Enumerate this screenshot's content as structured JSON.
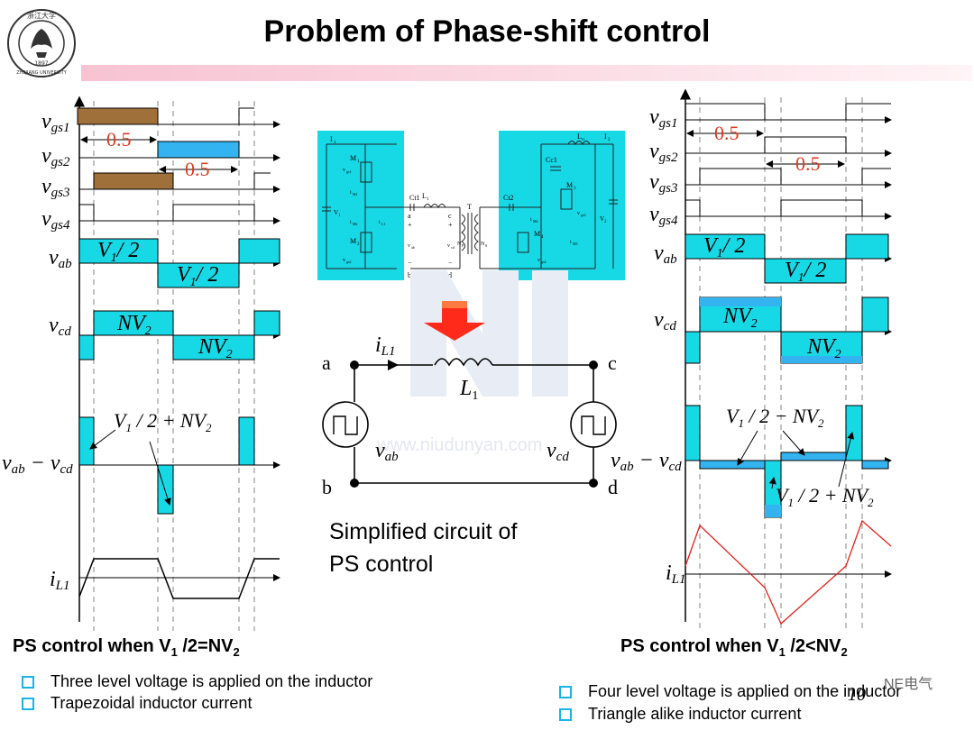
{
  "header": {
    "title": "Problem of Phase-shift control",
    "logo_text": "浙江大学 1897 ZHEJIANG UNIVERSITY"
  },
  "left_panel": {
    "caption": {
      "prefix": "PS control when V",
      "sub1": "1",
      "middle": " /2=NV",
      "sub2": "2"
    },
    "bullets": [
      "Three level voltage is applied on the inductor",
      "Trapezoidal inductor current"
    ]
  },
  "right_panel": {
    "caption": {
      "prefix": "PS control when V",
      "sub1": "1",
      "middle": " /2<NV",
      "sub2": "2"
    },
    "bullets": [
      "Four level voltage is applied on the inductor",
      "Triangle alike inductor current"
    ]
  },
  "center": {
    "caption_line1": "Simplified circuit of",
    "caption_line2": "PS control"
  },
  "labels": {
    "phase": "0.5"
  },
  "colors": {
    "cyan": "#17d9e6",
    "brown": "#a0703a",
    "blue": "#33b3f0",
    "red": "#ff2a1a",
    "accent_text": "#e03a1e",
    "bullet": "#19b3e6"
  },
  "watermark": {
    "url": "www.niudunyan.com",
    "brand": "NE电气",
    "page": "10"
  }
}
